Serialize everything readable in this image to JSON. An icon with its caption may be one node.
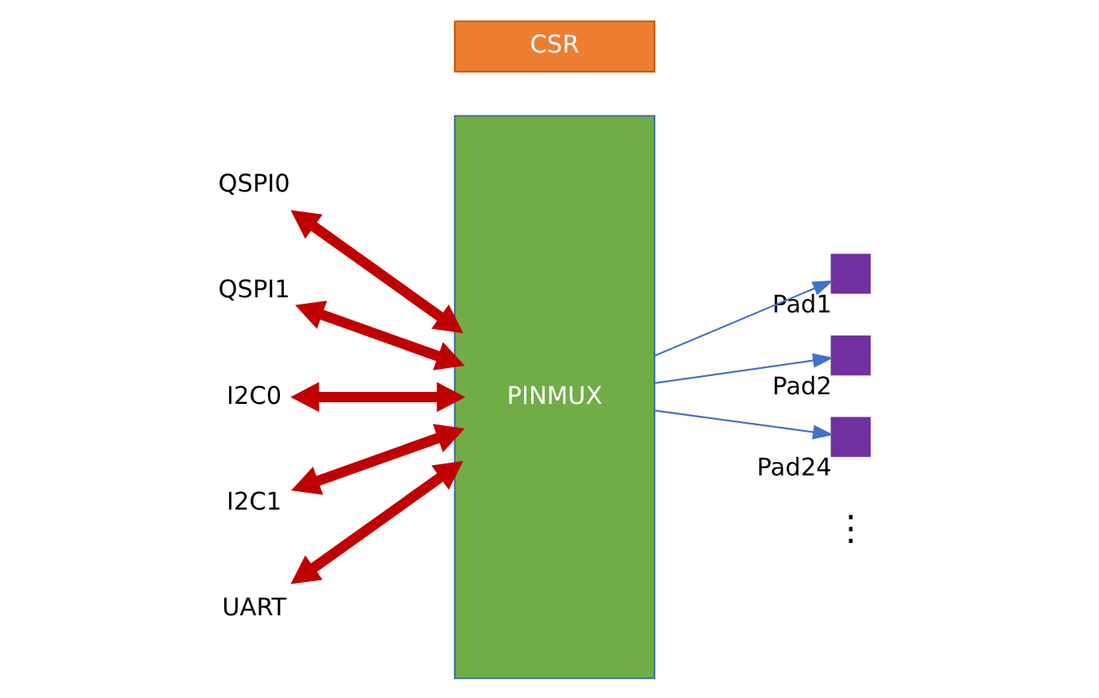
{
  "diagram": {
    "nodes": [
      {
        "text": [
          "CSR"
        ]
      },
      {
        "text": [
          "PINMUX"
        ]
      },
      {
        "text": [
          "QSPI0"
        ]
      },
      {
        "text": [
          "QSPI1"
        ]
      },
      {
        "text": [
          "I2C0"
        ]
      },
      {
        "text": [
          "I2C1"
        ]
      },
      {
        "text": [
          "UART"
        ]
      },
      {
        "text": [],
        "shape": "box",
        "beside": [
          "Pad1"
        ]
      },
      {
        "text": [],
        "shape": "box",
        "beside": [
          "Pad2"
        ]
      },
      {
        "text": [],
        "shape": "box",
        "beside": [
          "Pad24"
        ]
      }
    ],
    "edges": [
      {
        "from": 2,
        "to": 1,
        "arrow": "both"
      },
      {
        "from": 3,
        "to": 1,
        "arrow": "both"
      },
      {
        "from": 4,
        "to": 1,
        "arrow": "both"
      },
      {
        "from": 5,
        "to": 1,
        "arrow": "both"
      },
      {
        "from": 6,
        "to": 1,
        "arrow": "both"
      },
      {
        "from": 1,
        "to": 7,
        "arrow": "to",
        "color": "#4472c4"
      },
      {
        "from": 1,
        "to": 8,
        "arrow": "to",
        "color": "#4472c4"
      },
      {
        "from": 1,
        "to": 9,
        "arrow": "to",
        "color": "#4472c4"
      }
    ],
    "labels": [
      "⋮"
    ]
  }
}
